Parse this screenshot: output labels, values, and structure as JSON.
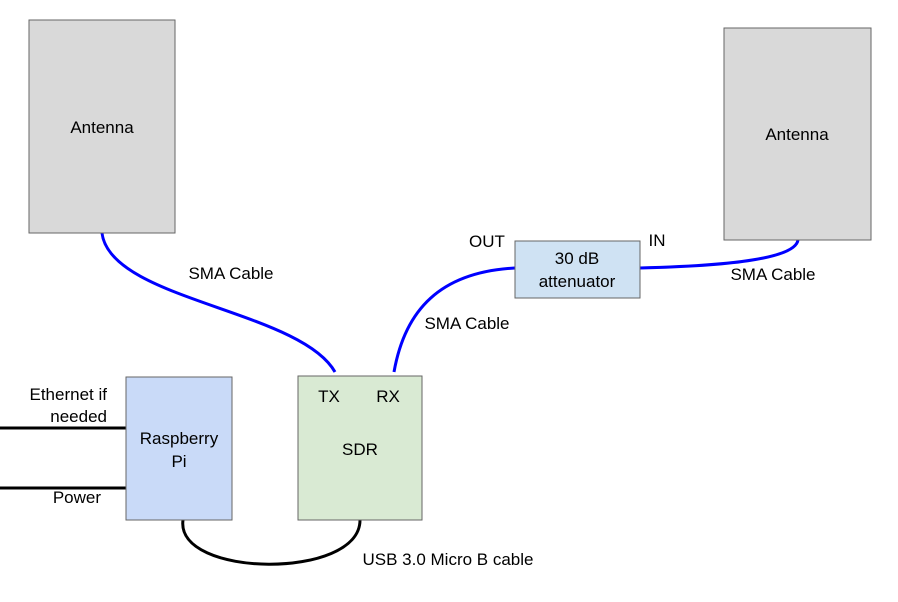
{
  "nodes": {
    "antenna_left": {
      "label": "Antenna",
      "fill": "#d9d9d9"
    },
    "antenna_right": {
      "label": "Antenna",
      "fill": "#d9d9d9"
    },
    "attenuator": {
      "label_line1": "30 dB",
      "label_line2": "attenuator",
      "fill": "#cfe2f3",
      "out_label": "OUT",
      "in_label": "IN"
    },
    "raspberry_pi": {
      "label_line1": "Raspberry",
      "label_line2": "Pi",
      "fill": "#c9daf8"
    },
    "sdr": {
      "label": "SDR",
      "tx_label": "TX",
      "rx_label": "RX",
      "fill": "#d9ead3"
    }
  },
  "edges": {
    "left_antenna_to_tx": {
      "label": "SMA Cable",
      "color": "#0000ff"
    },
    "rx_to_attenuator": {
      "label": "SMA Cable",
      "color": "#0000ff"
    },
    "attenuator_to_right_antenna": {
      "label": "SMA Cable",
      "color": "#0000ff"
    },
    "pi_to_sdr": {
      "label": "USB 3.0 Micro B cable",
      "color": "#000000"
    },
    "ethernet": {
      "label_line1": "Ethernet if",
      "label_line2": "needed",
      "color": "#000000"
    },
    "power": {
      "label": "Power",
      "color": "#000000"
    }
  }
}
